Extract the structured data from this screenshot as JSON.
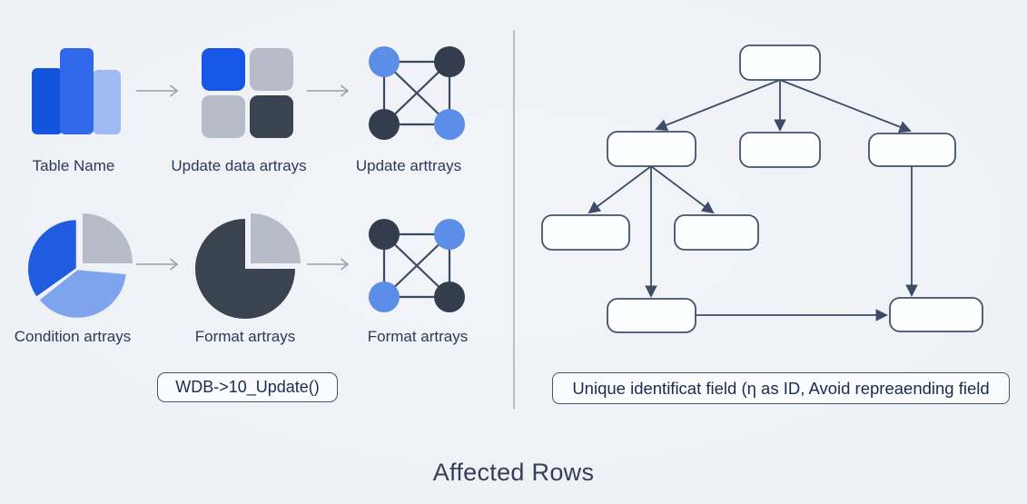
{
  "title": "Affected Rows",
  "left_panel": {
    "row1": {
      "step1": {
        "icon": "bar-chart-icon",
        "label": "Table Name"
      },
      "step2": {
        "icon": "grid-squares-icon",
        "label": "Update data artrays"
      },
      "step3": {
        "icon": "network-graph-icon",
        "label": "Update arttrays"
      }
    },
    "row2": {
      "step1": {
        "icon": "pie-chart-icon",
        "label": "Condition artrays"
      },
      "step2": {
        "icon": "pie-chart-dark-icon",
        "label": "Format artrays"
      },
      "step3": {
        "icon": "network-graph-icon",
        "label": "Format artrays"
      }
    },
    "code_label": "WDB->10_Update()"
  },
  "right_panel": {
    "note_label": "Unique identificat field (η as ID, Avoid repreaending field",
    "tree": {
      "node_count": 8,
      "levels": [
        1,
        3,
        2,
        2
      ],
      "nodes_have_text": false
    }
  },
  "colors": {
    "accent_blue": "#1757e8",
    "mid_blue": "#2f68e8",
    "light_blue": "#5c8ee8",
    "pale_blue": "#a0baf3",
    "slate_dark": "#3a4350",
    "node_dark": "#333d4d",
    "gray_swatch": "#b6bdc9",
    "tree_line": "#3d4d68",
    "arrow_gray": "#96a0ac",
    "divider": "#b5c1d1",
    "text": "#2b3a57",
    "background": "#edf0f5"
  }
}
